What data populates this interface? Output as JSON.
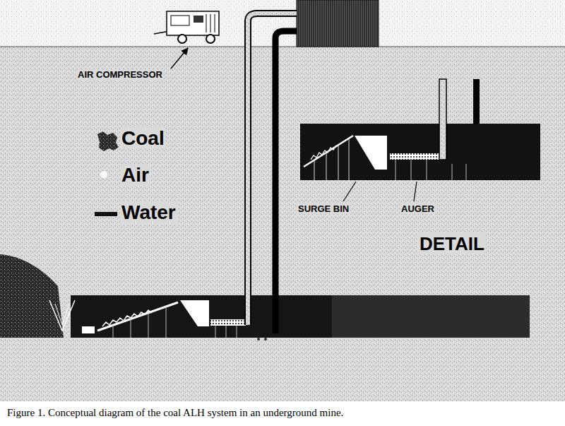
{
  "diagram": {
    "caption": "Figure 1. Conceptual diagram of the coal ALH system in an underground mine.",
    "labels": [
      "AIR COMPRESSOR",
      "SURGE BIN",
      "AUGER",
      "DETAIL"
    ],
    "legend": [
      {
        "text": "Coal"
      },
      {
        "text": "Air",
        "color": "#ffffff"
      },
      {
        "text": "Water",
        "color": "#111111"
      }
    ]
  }
}
